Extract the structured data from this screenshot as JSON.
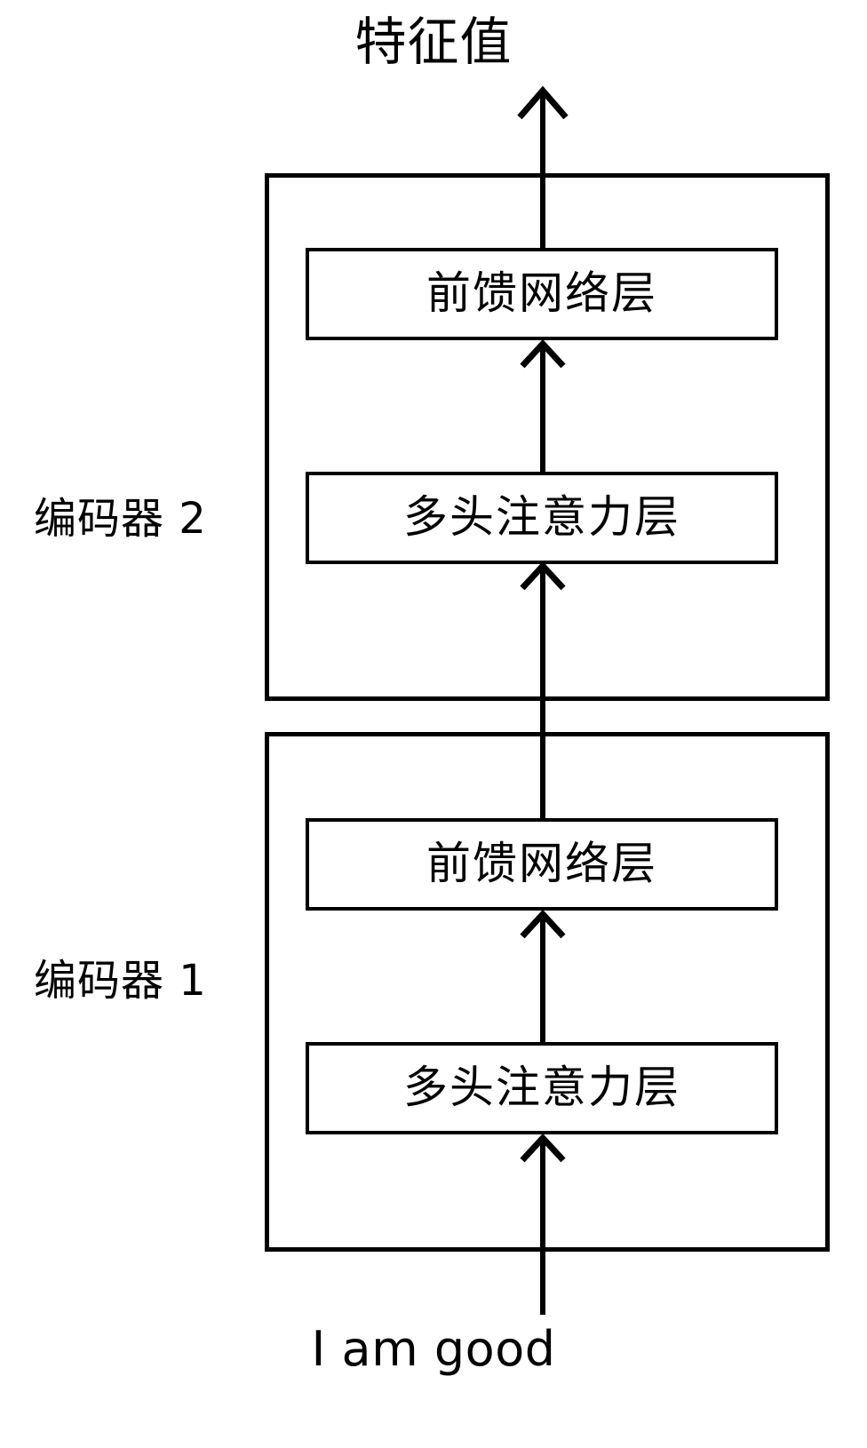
{
  "diagram": {
    "title_text": "特征值",
    "input_text": "I am good",
    "stroke_color": "#000000",
    "background_color": "#ffffff",
    "encoders": [
      {
        "id": "encoder-2",
        "label": "编码器 2",
        "layers": [
          {
            "id": "enc2-feed-forward",
            "label": "前馈网络层"
          },
          {
            "id": "enc2-multi-head-attention",
            "label": "多头注意力层"
          }
        ]
      },
      {
        "id": "encoder-1",
        "label": "编码器 1",
        "layers": [
          {
            "id": "enc1-feed-forward",
            "label": "前馈网络层"
          },
          {
            "id": "enc1-multi-head-attention",
            "label": "多头注意力层"
          }
        ]
      }
    ],
    "arrows": [
      {
        "id": "arrow-input-to-enc1-attn",
        "from": "I am good",
        "to": "编码器 1 / 多头注意力层"
      },
      {
        "id": "arrow-enc1-attn-to-enc1-ffn",
        "from": "编码器 1 / 多头注意力层",
        "to": "编码器 1 / 前馈网络层"
      },
      {
        "id": "arrow-enc1-ffn-to-enc2-attn",
        "from": "编码器 1 / 前馈网络层",
        "to": "编码器 2 / 多头注意力层"
      },
      {
        "id": "arrow-enc2-attn-to-enc2-ffn",
        "from": "编码器 2 / 多头注意力层",
        "to": "编码器 2 / 前馈网络层"
      },
      {
        "id": "arrow-enc2-ffn-to-output",
        "from": "编码器 2 / 前馈网络层",
        "to": "特征值"
      }
    ]
  }
}
